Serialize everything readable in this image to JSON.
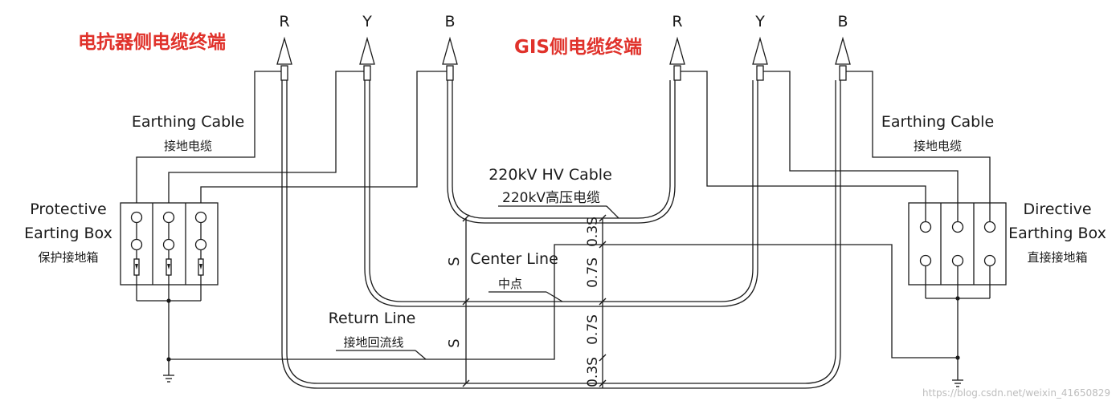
{
  "titles": {
    "left_terminal": "电抗器侧电缆终端",
    "right_terminal": "GIS侧电缆终端",
    "accent_color": "#e0322b"
  },
  "phases": {
    "left": [
      "R",
      "Y",
      "B"
    ],
    "right": [
      "R",
      "Y",
      "B"
    ]
  },
  "labels": {
    "earthing_cable_en_left": "Earthing Cable",
    "earthing_cable_cn_left": "接地电缆",
    "earthing_cable_en_right": "Earthing Cable",
    "earthing_cable_cn_right": "接地电缆",
    "hv_cable_en": "220kV HV Cable",
    "hv_cable_cn": "220kV高压电缆",
    "protective_box_l1": "Protective",
    "protective_box_l2": "Earting Box",
    "protective_box_cn": "保护接地箱",
    "directive_box_l1": "Directive",
    "directive_box_l2": "Earthing Box",
    "directive_box_cn": "直接接地箱",
    "center_line_en": "Center Line",
    "center_line_cn": "中点",
    "return_line_en": "Return Line",
    "return_line_cn": "接地回流线"
  },
  "dimensions": {
    "s_upper": "S",
    "s_lower": "S",
    "d_03s_top": "0.3S",
    "d_07s_upper": "0.7S",
    "d_07s_lower": "0.7S",
    "d_03s_bottom": "0.3S"
  },
  "watermark": "https://blog.csdn.net/weixin_41650829"
}
